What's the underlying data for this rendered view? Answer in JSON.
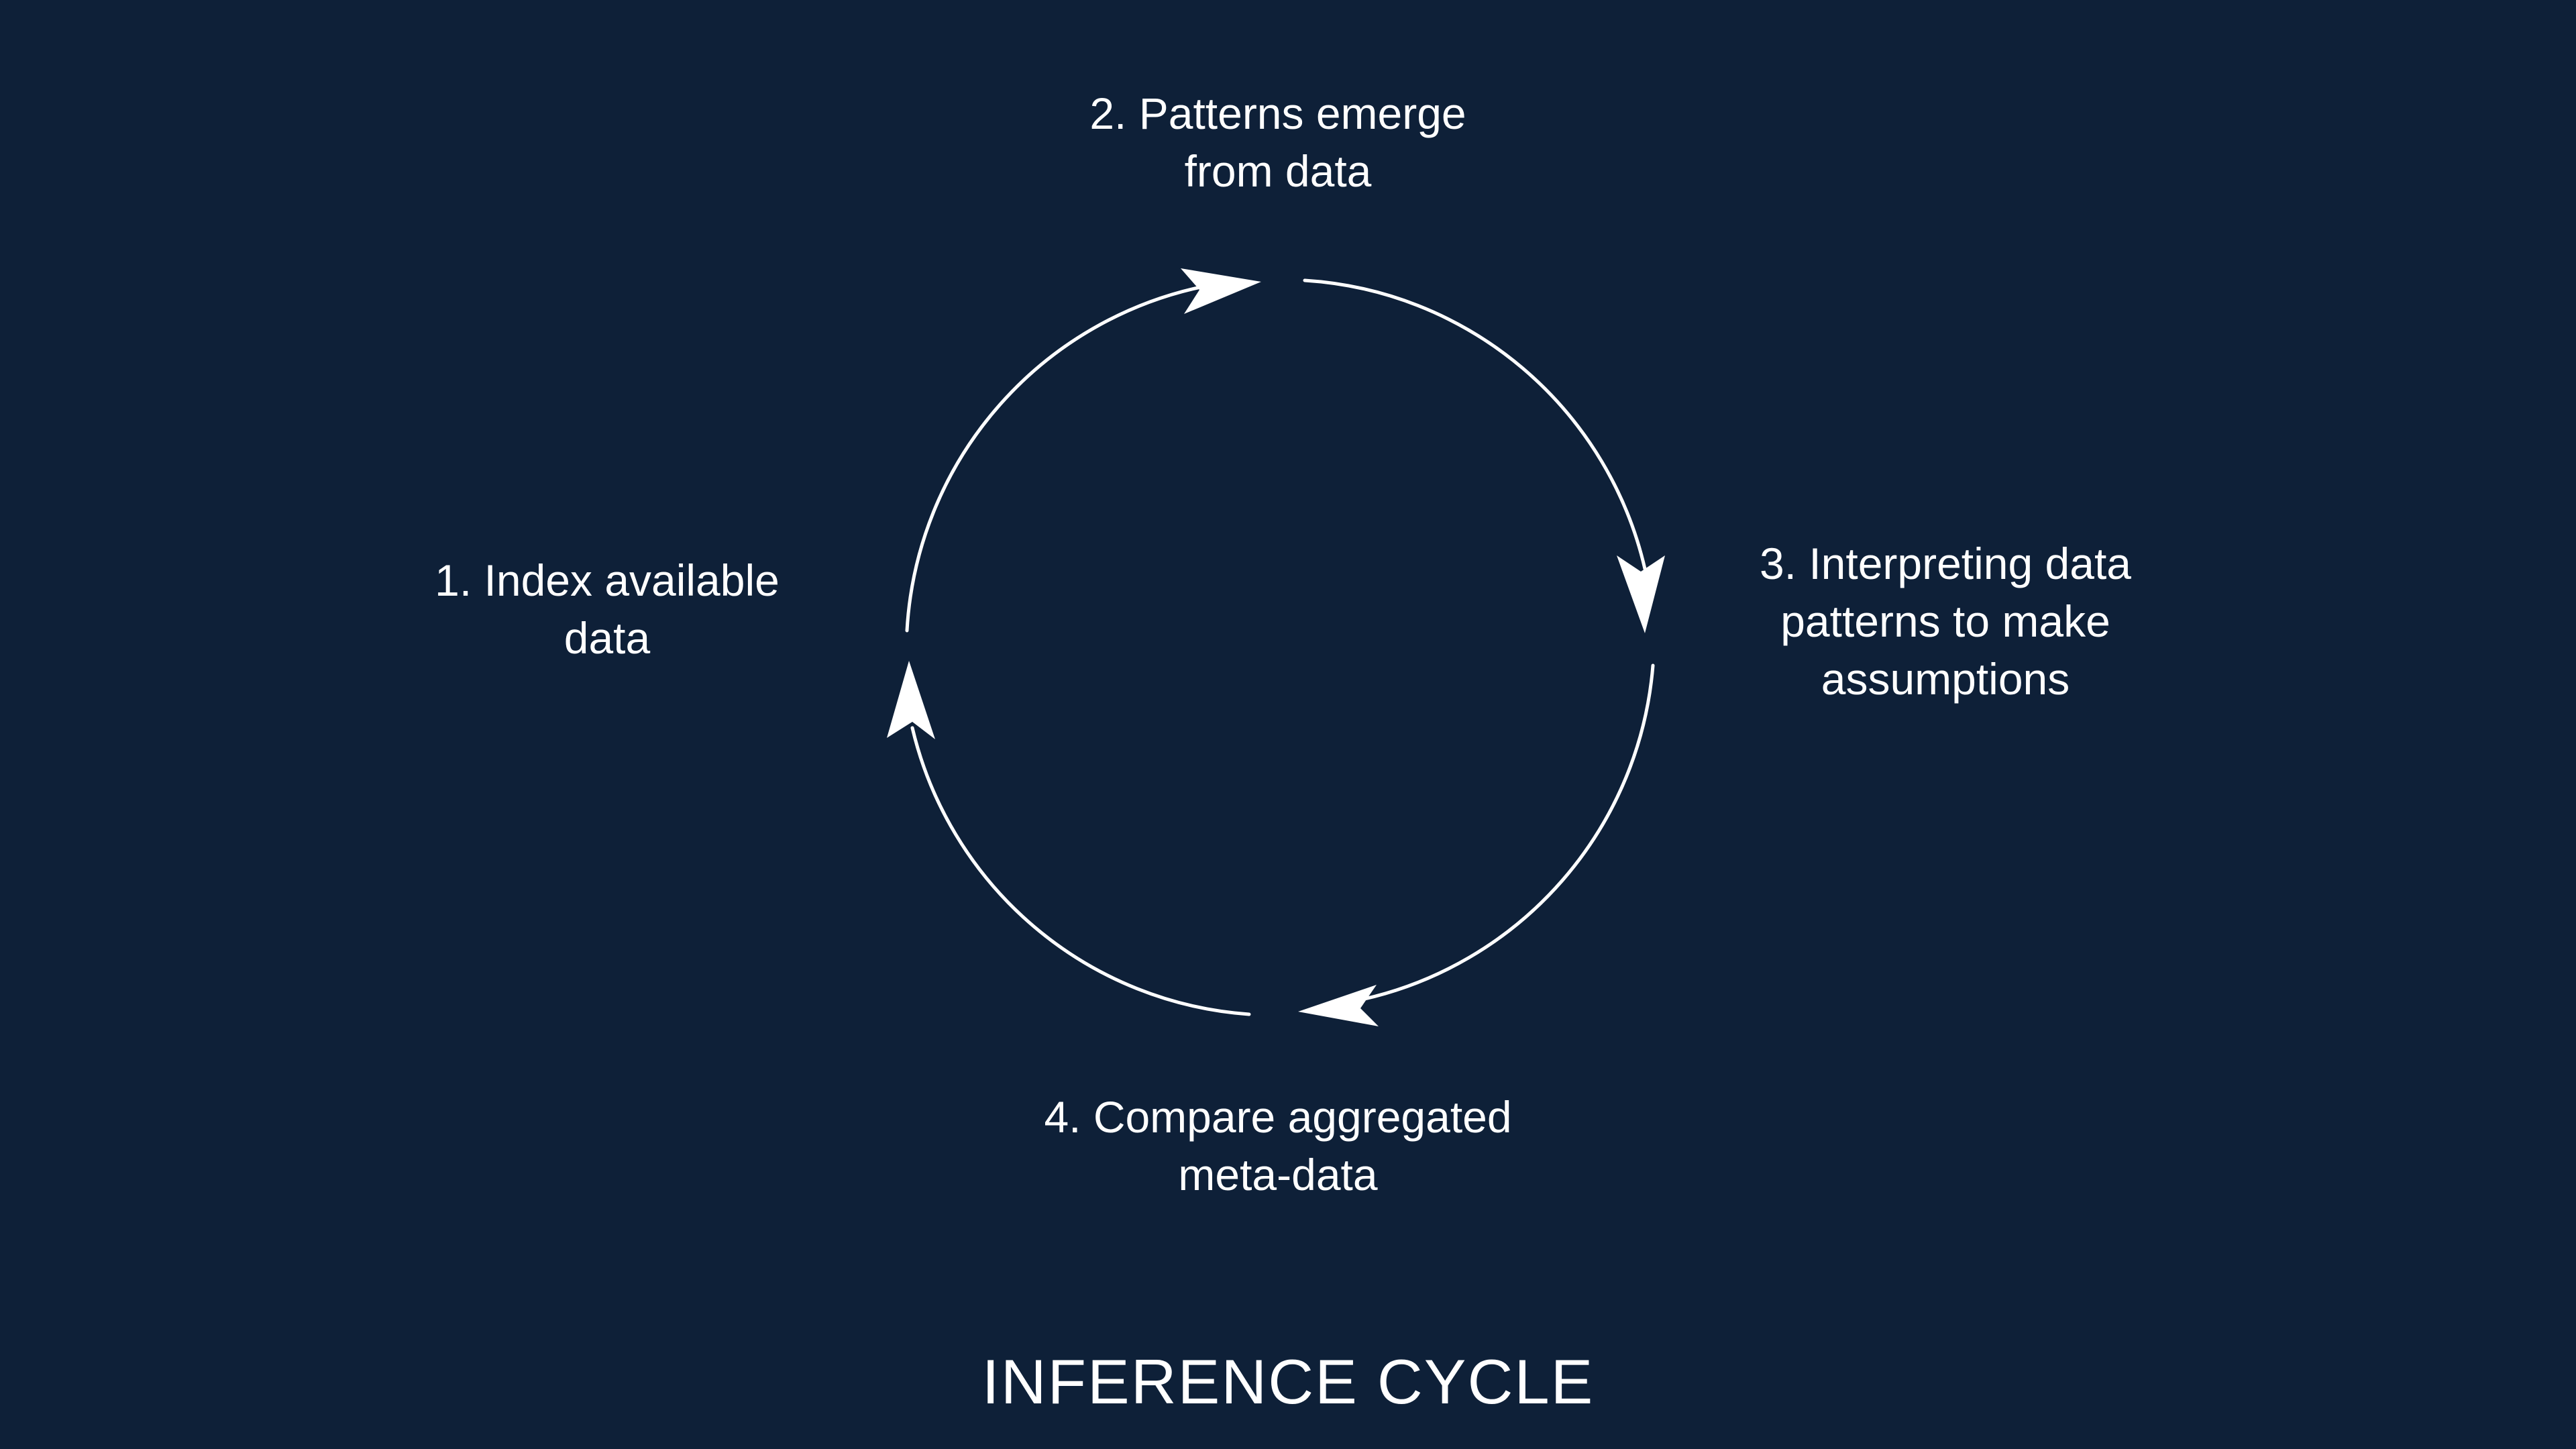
{
  "colors": {
    "background": "#0e2038",
    "foreground": "#ffffff"
  },
  "steps": [
    {
      "lines": [
        "1. Index available",
        "data"
      ]
    },
    {
      "lines": [
        "2. Patterns emerge",
        "from data"
      ]
    },
    {
      "lines": [
        "3. Interpreting data",
        "patterns to make",
        "assumptions"
      ]
    },
    {
      "lines": [
        "4. Compare aggregated",
        "meta-data"
      ]
    }
  ],
  "title": "INFERENCE CYCLE"
}
